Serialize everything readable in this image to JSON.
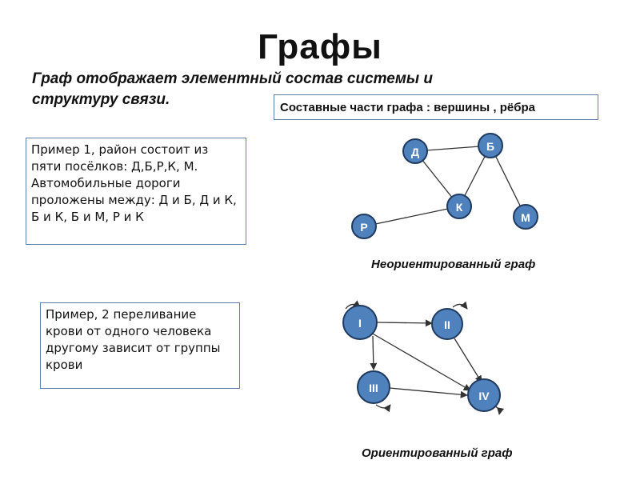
{
  "title": "Графы",
  "subtitle": "Граф отображает элементный состав системы и структуру связи.",
  "components_box": "Составные части графа : вершины , рёбра",
  "example1": "Пример 1, район состоит из пяти посёлков: Д,Б,Р,К, М. Автомобильные дороги проложены между: Д и Б, Д и К, Б и К, Б и М, Р и К",
  "example2": "Пример, 2 переливание крови от одного человека другому зависит от группы крови",
  "undirected": {
    "caption": "Неориентированный граф",
    "nodes": [
      "Д",
      "Б",
      "К",
      "Р",
      "М"
    ],
    "edges": [
      [
        "Д",
        "Б"
      ],
      [
        "Д",
        "К"
      ],
      [
        "Б",
        "К"
      ],
      [
        "Б",
        "М"
      ],
      [
        "Р",
        "К"
      ]
    ],
    "node_color": "#4f81bd"
  },
  "directed": {
    "caption": "Ориентированный граф",
    "nodes": [
      "I",
      "II",
      "III",
      "IV"
    ],
    "edges": [
      [
        "I",
        "II"
      ],
      [
        "I",
        "III"
      ],
      [
        "I",
        "IV"
      ],
      [
        "II",
        "IV"
      ],
      [
        "III",
        "IV"
      ]
    ],
    "node_color": "#4f81bd"
  }
}
